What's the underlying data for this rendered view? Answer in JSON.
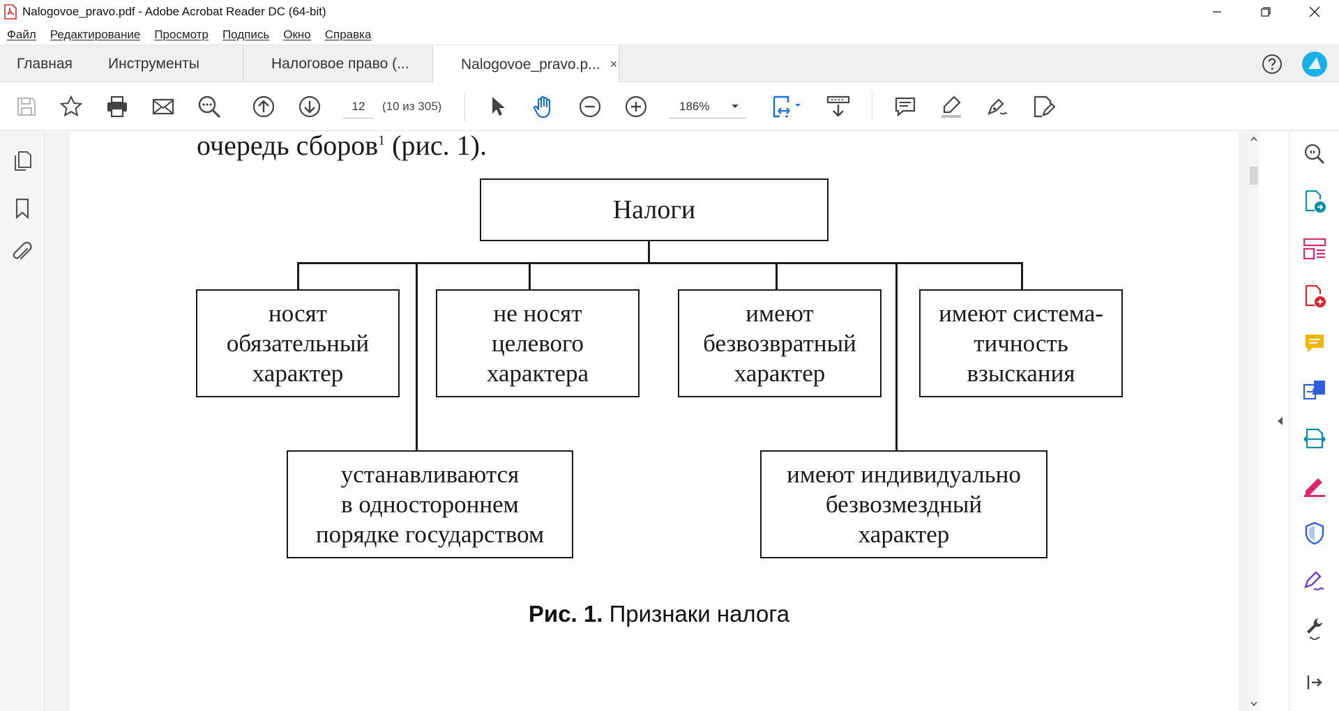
{
  "window": {
    "title": "Nalogovoe_pravo.pdf - Adobe Acrobat Reader DC (64-bit)",
    "controls": [
      "minimize-icon",
      "restore-icon",
      "close-icon"
    ]
  },
  "menu": [
    "Файл",
    "Редактирование",
    "Просмотр",
    "Подпись",
    "Окно",
    "Справка"
  ],
  "tabs": {
    "home": "Главная",
    "tools": "Инструменты",
    "doc1": "Налоговое право (...",
    "doc2": "Nalogovoe_pravo.p...",
    "close": "×"
  },
  "toolbar": {
    "page_current": "12",
    "page_count": "(10 из 305)",
    "zoom": "186%",
    "icons": [
      "save-icon",
      "bookmark-star-icon",
      "print-icon",
      "email-icon",
      "search-zoom-icon",
      "page-up-icon",
      "page-down-icon",
      "select-cursor-icon",
      "hand-icon",
      "zoom-out-icon",
      "zoom-in-icon",
      "fit-page-icon",
      "scroll-mode-icon",
      "comment-icon",
      "highlight-icon",
      "sign-icon",
      "edit-form-icon"
    ]
  },
  "document": {
    "intro": "очередь сборов",
    "intro_sup": "1",
    "intro_tail": " (рис. 1).",
    "root": "Налоги",
    "boxes": {
      "b1": "носят\nобязательный\nхарактер",
      "b2": "не носят\nцелевого\nхарактера",
      "b3": "имеют\nбезвозвратный\nхарактер",
      "b4": "имеют система-\nтичность\nвзыскания",
      "b5": "устанавливаются\nв одностороннем\nпорядке государством",
      "b6": "имеют индивидуально\nбезвозмездный\nхарактер"
    },
    "caption_bold": "Рис. 1.",
    "caption_text": " Признаки налога"
  },
  "colors": {
    "accent_red": "#d6262c",
    "accent_teal": "#0a8fa3",
    "accent_pink": "#d8286e",
    "accent_yellow": "#f2b600",
    "accent_blue": "#2c5fd8",
    "accent_purple": "#6c3ec8",
    "profile": "#1ab0e6"
  }
}
